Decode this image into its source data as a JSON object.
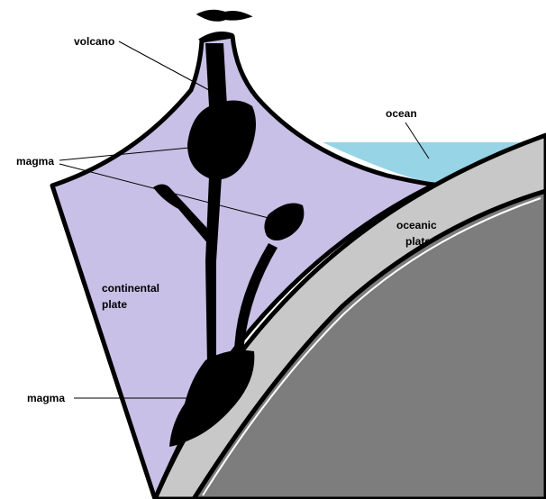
{
  "labels": {
    "volcano": "volcano",
    "ocean": "ocean",
    "magma_upper": "magma",
    "continental_plate_line1": "continental",
    "continental_plate_line2": "plate",
    "oceanic_plate_line1": "oceanic",
    "oceanic_plate_line2": "plate",
    "magma_lower": "magma"
  },
  "colors": {
    "continental_plate": "#c8c0e6",
    "ocean": "#96d4e6",
    "oceanic_plate": "#c8c8c8",
    "mantle": "#7d7d7d",
    "magma": "#000000",
    "outline": "#000000",
    "background": "#ffffff"
  }
}
